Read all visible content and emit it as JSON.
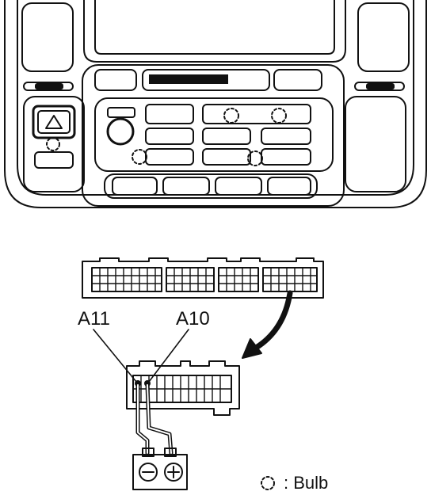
{
  "labels": {
    "pin_a11": "A11",
    "pin_a10": "A10",
    "legend_text": ": Bulb"
  },
  "legend": {
    "symbol": "bulb-dashed-circle-icon"
  },
  "colors": {
    "line": "#111111",
    "background": "#ffffff"
  }
}
